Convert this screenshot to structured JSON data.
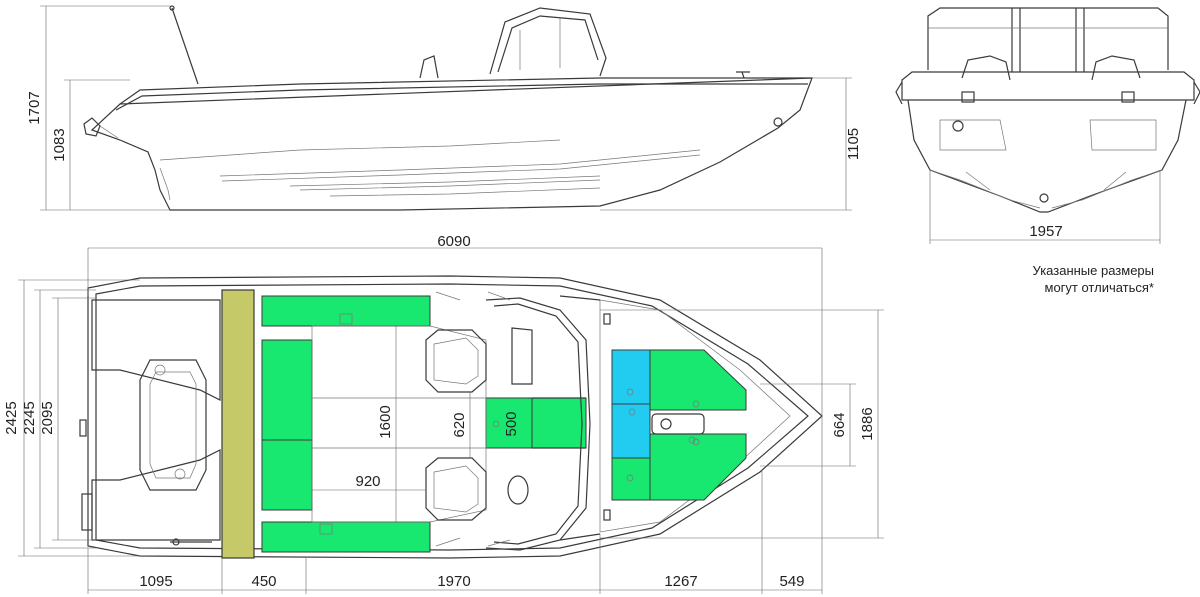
{
  "dimensions": {
    "height_total": "1707",
    "height_side": "1083",
    "height_bow": "1105",
    "width_front": "1957",
    "length_overall": "6090",
    "width_2425": "2425",
    "width_2245": "2245",
    "width_2095": "2095",
    "aft_1095": "1095",
    "bench_450": "450",
    "cockpit_1970": "1970",
    "deck_1267": "1267",
    "bow_549": "549",
    "bow_width_1886": "1886",
    "bow_664": "664",
    "cockpit_width_1600": "1600",
    "seat_gap_620": "620",
    "box_500": "500",
    "cockpit_920": "920"
  },
  "note": {
    "line1": "Указанные размеры",
    "line2": "могут отличаться*"
  },
  "colors": {
    "cushion_green": "#19e870",
    "hatch_blue": "#22ccf0",
    "bench_olive": "#c5c968",
    "line": "#3a3a3a"
  }
}
